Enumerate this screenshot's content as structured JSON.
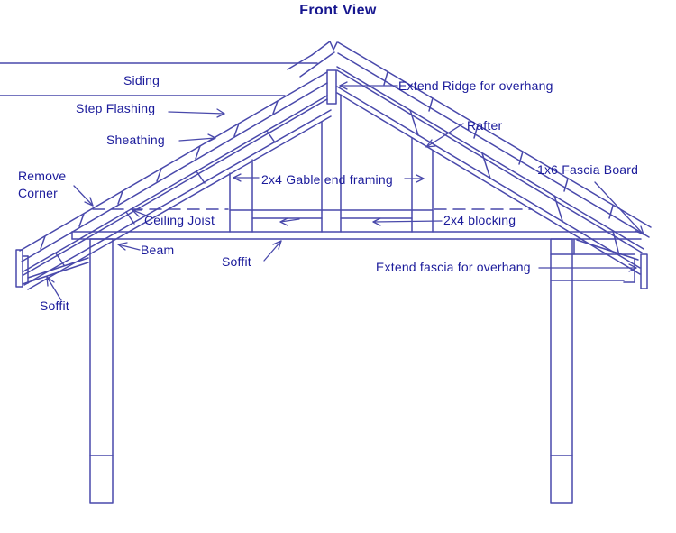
{
  "title": "Front View",
  "colors": {
    "line": "#4949ab",
    "text": "#1b1b9b",
    "title": "#16168f",
    "background": "#ffffff"
  },
  "labels": {
    "siding": "Siding",
    "step_flashing": "Step Flashing",
    "sheathing": "Sheathing",
    "remove_corner_line1": "Remove",
    "remove_corner_line2": "Corner",
    "ceiling_joist": "Ceiling Joist",
    "beam": "Beam",
    "soffit_left": "Soffit",
    "soffit_center": "Soffit",
    "gable_framing": "2x4 Gable end framing",
    "extend_ridge": "Extend Ridge for overhang",
    "rafter": "Rafter",
    "fascia_board": "1x6 Fascia Board",
    "blocking": "2x4 blocking",
    "extend_fascia": "Extend fascia for overhang"
  }
}
